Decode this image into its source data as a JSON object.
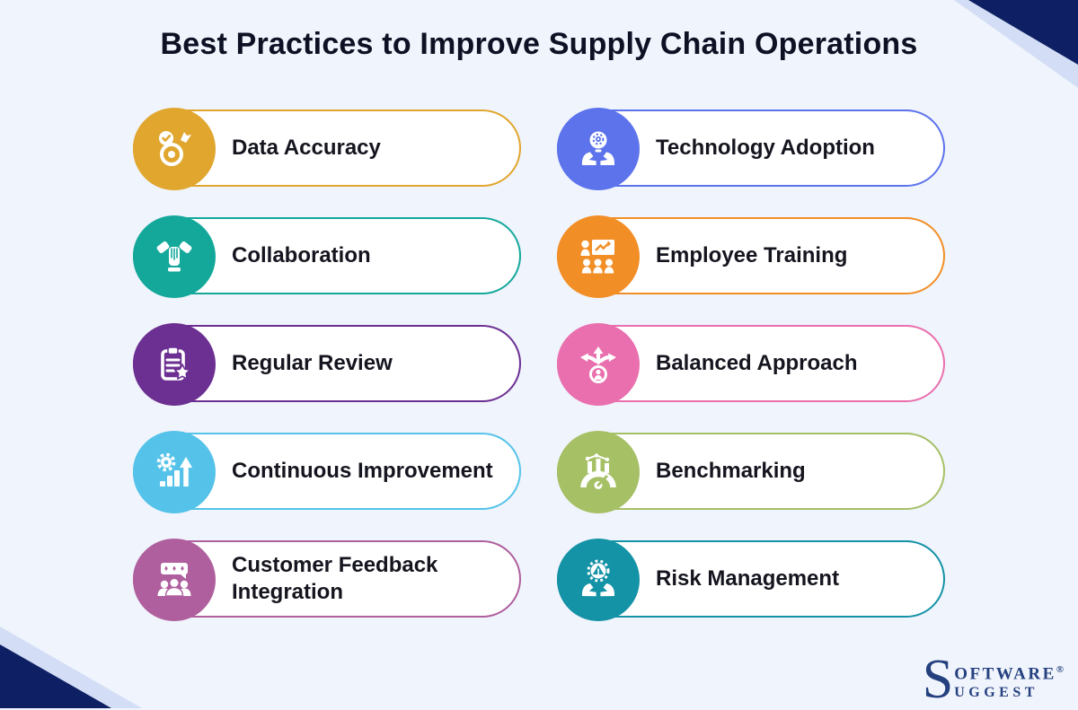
{
  "title": "Best Practices to Improve Supply Chain Operations",
  "columns": {
    "left": [
      {
        "label": "Data Accuracy",
        "color": "#E0A62E",
        "icon": "target-check-icon"
      },
      {
        "label": "Collaboration",
        "color": "#14A89B",
        "icon": "hands-together-icon"
      },
      {
        "label": "Regular Review",
        "color": "#6C2F92",
        "icon": "clipboard-star-icon"
      },
      {
        "label": "Continuous Improvement",
        "color": "#55C3E9",
        "icon": "gear-growth-icon"
      },
      {
        "label": "Customer Feedback Integration",
        "color": "#AF5F9D",
        "icon": "feedback-people-icon"
      }
    ],
    "right": [
      {
        "label": "Technology Adoption",
        "color": "#5C73EC",
        "icon": "hands-bulb-icon"
      },
      {
        "label": "Employee Training",
        "color": "#F28E26",
        "icon": "training-board-icon"
      },
      {
        "label": "Balanced Approach",
        "color": "#E96FAE",
        "icon": "direction-arrows-icon"
      },
      {
        "label": "Benchmarking",
        "color": "#A6C066",
        "icon": "gauge-benchmark-icon"
      },
      {
        "label": "Risk Management",
        "color": "#1492A6",
        "icon": "gear-warning-hands-icon"
      }
    ]
  },
  "logo": {
    "initial": "S",
    "top": "OFTWARE",
    "registered": "®",
    "bottom": "UGGEST"
  },
  "colors": {
    "background": "#F0F4FC",
    "title": "#0D1124",
    "corner_navy": "#0E2063",
    "corner_light": "#D3DEF6",
    "logo_navy": "#24407F"
  }
}
